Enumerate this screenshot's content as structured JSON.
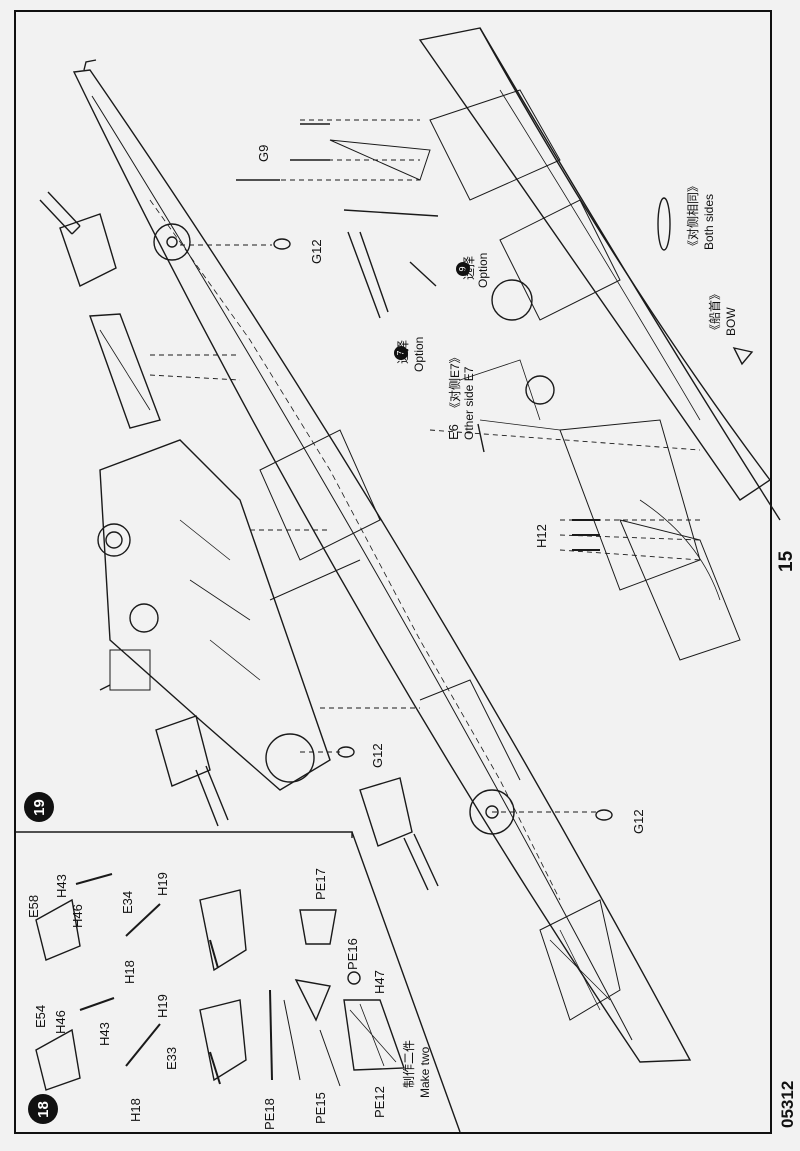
{
  "page": {
    "number": "15",
    "product_code": "05312"
  },
  "step18": {
    "badge": "18",
    "parts": {
      "e54": "E54",
      "h46_left": "H46",
      "h43_left": "H43",
      "e58": "E58",
      "h46_right": "H46",
      "h43_right": "H43",
      "h19_left": "H19",
      "e33": "E33",
      "h18_left": "H18",
      "e34": "E34",
      "h18_right": "H18",
      "h19_right": "H19",
      "pe17": "PE17",
      "pe16": "PE16",
      "h47": "H47",
      "pe18": "PE18",
      "pe15": "PE15",
      "pe12": "PE12"
    },
    "make_two_cn": "制作二件",
    "make_two_en": "Make two"
  },
  "step19": {
    "badge": "19",
    "parts": {
      "g12_a": "G12",
      "g12_b": "G12",
      "g12_c": "G12",
      "g9": "G9",
      "h12": "H12",
      "e6": "E6"
    },
    "other_side_cn": "《对侧E7》",
    "other_side_en": "Other side E7",
    "option_a_num": "7",
    "option_a_cn": "选择",
    "option_a_en": "Option",
    "option_b_num": "9",
    "option_b_cn": "选择",
    "option_b_en": "Option",
    "both_sides_cn": "《对侧相同》",
    "both_sides_en": "Both sides",
    "bow_cn": "《船首》",
    "bow_en": "BOW"
  }
}
